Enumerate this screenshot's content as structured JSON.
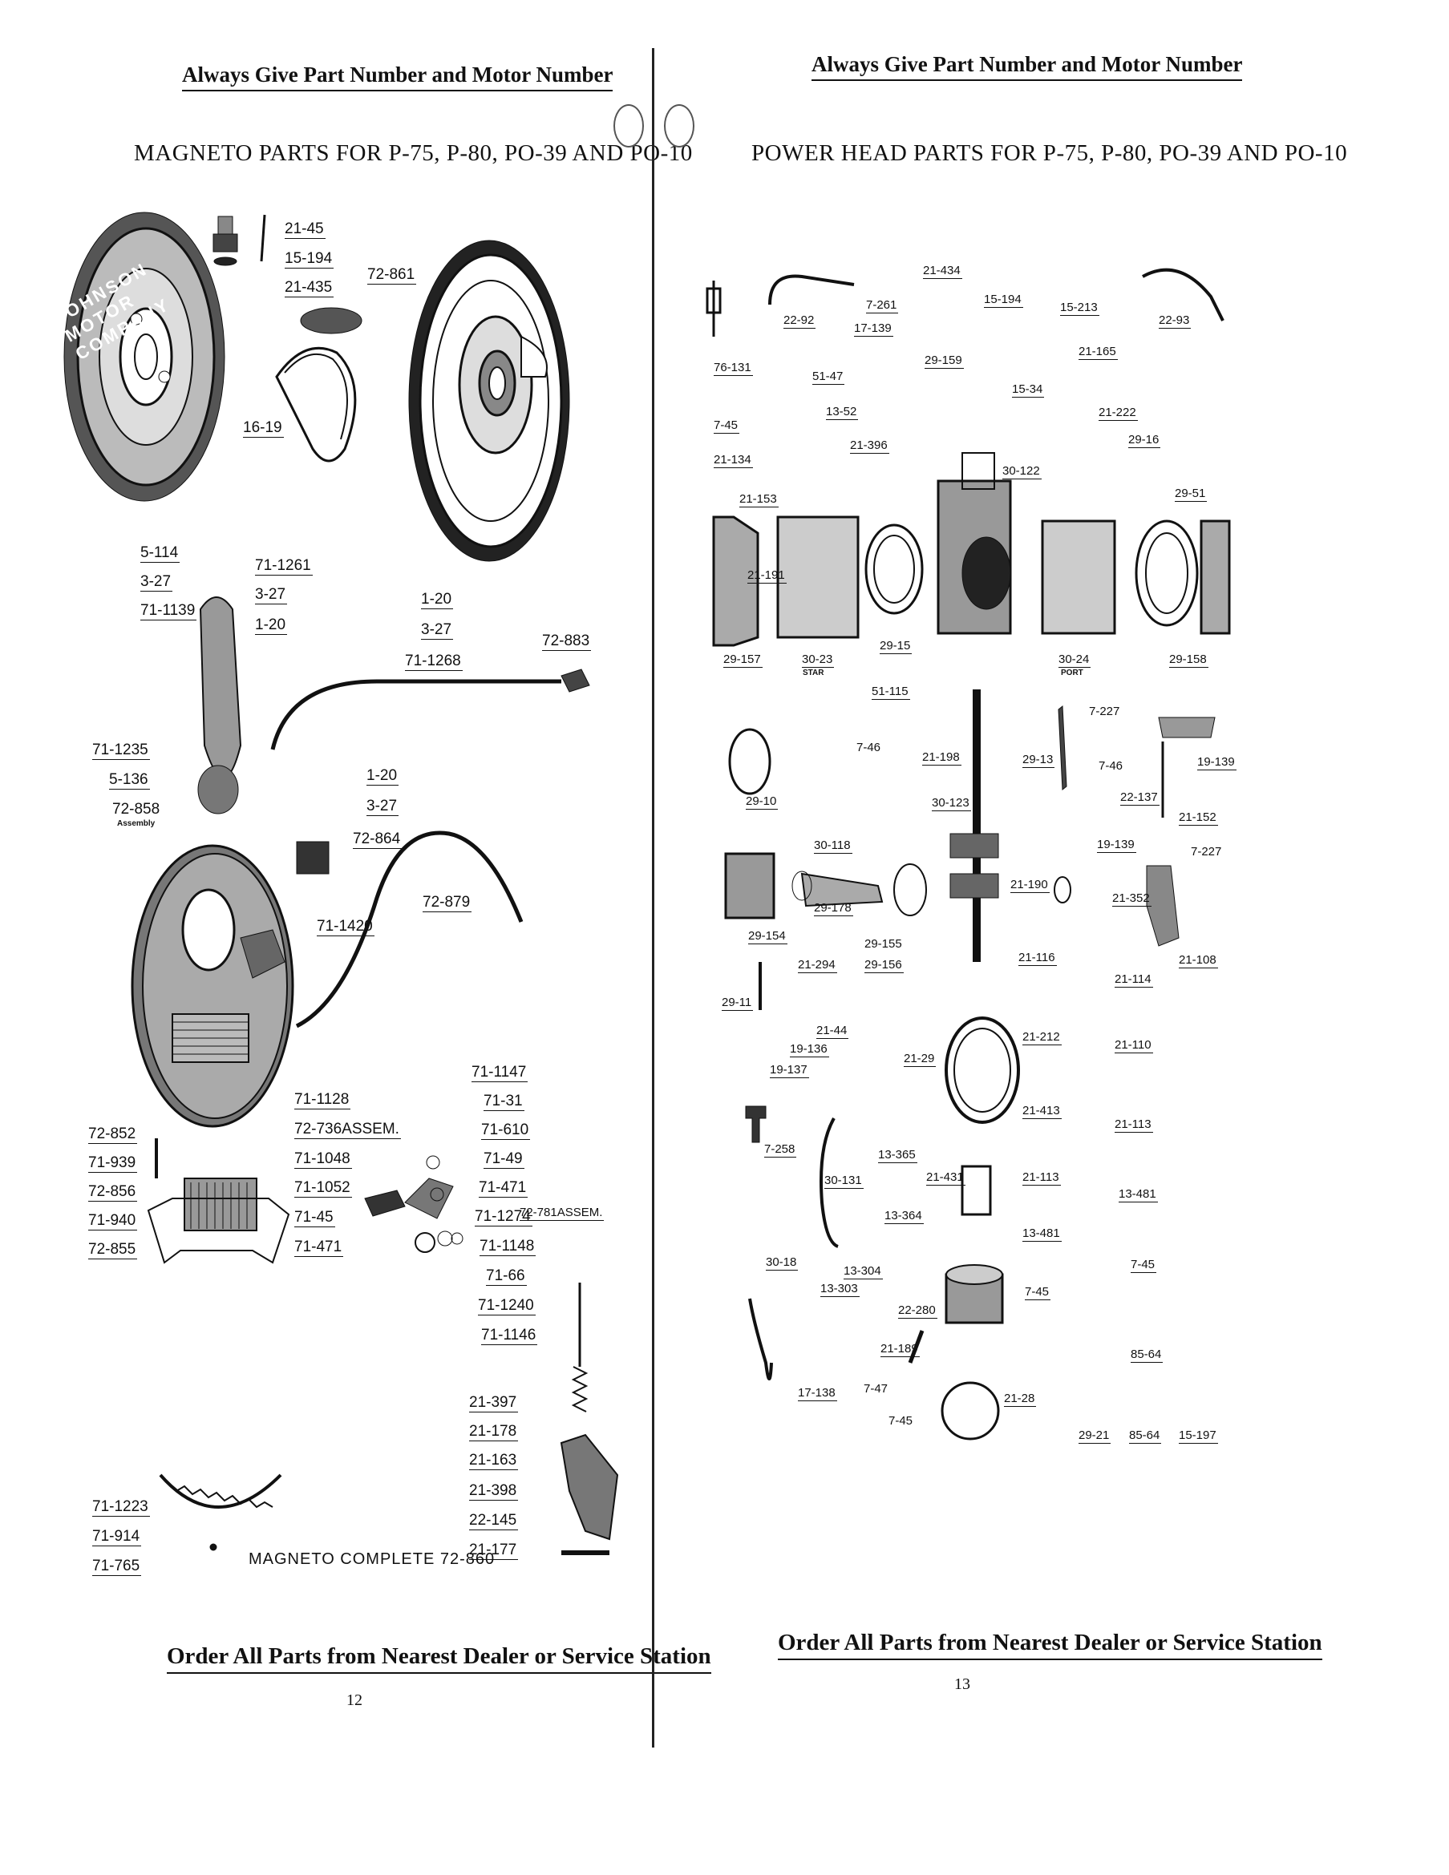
{
  "left": {
    "header": "Always Give Part Number and Motor Number",
    "title": "MAGNETO PARTS FOR P-75, P-80, PO-39 AND PO-10",
    "footer": "Order All Parts from Nearest Dealer or Service Station",
    "page_number": "12",
    "flywheel_brand": "JOHNSON MOTOR COMPANY",
    "magneto_complete": "MAGNETO COMPLETE 72-860",
    "assembly_note": "Assembly",
    "labels": {
      "l_21_45": "21-45",
      "l_15_194": "15-194",
      "l_21_435": "21-435",
      "l_72_861": "72-861",
      "l_16_19": "16-19",
      "l_5_114": "5-114",
      "l_3_27a": "3-27",
      "l_71_1139": "71-1139",
      "l_71_1261": "71-1261",
      "l_3_27b": "3-27",
      "l_1_20a": "1-20",
      "l_1_20b": "1-20",
      "l_3_27c": "3-27",
      "l_71_1268": "71-1268",
      "l_72_883": "72-883",
      "l_71_1235": "71-1235",
      "l_5_136": "5-136",
      "l_72_858": "72-858",
      "l_1_20c": "1-20",
      "l_3_27d": "3-27",
      "l_72_864": "72-864",
      "l_72_879": "72-879",
      "l_71_1420": "71-1420",
      "l_72_852": "72-852",
      "l_71_939": "71-939",
      "l_72_856": "72-856",
      "l_71_940": "71-940",
      "l_72_855": "72-855",
      "l_71_1128": "71-1128",
      "l_72_736": "72-736ASSEM.",
      "l_71_1048": "71-1048",
      "l_71_1052": "71-1052",
      "l_71_45": "71-45",
      "l_71_471a": "71-471",
      "l_71_1147": "71-1147",
      "l_71_31": "71-31",
      "l_71_610": "71-610",
      "l_71_49": "71-49",
      "l_71_471b": "71-471",
      "l_71_1274": "71-1274",
      "l_72_781": "72-781ASSEM.",
      "l_71_1148": "71-1148",
      "l_71_66": "71-66",
      "l_71_1240": "71-1240",
      "l_71_1146": "71-1146",
      "l_21_397": "21-397",
      "l_21_178": "21-178",
      "l_21_163": "21-163",
      "l_21_398": "21-398",
      "l_22_145": "22-145",
      "l_21_177": "21-177",
      "l_71_1223": "71-1223",
      "l_71_914": "71-914",
      "l_71_765": "71-765"
    }
  },
  "right": {
    "header": "Always Give Part Number and Motor Number",
    "title": "POWER HEAD PARTS FOR P-75, P-80, PO-39 AND PO-10",
    "footer": "Order All Parts from Nearest Dealer or Service Station",
    "page_number": "13",
    "star": "STAR",
    "port": "PORT",
    "labels": {
      "r_21_434": "21-434",
      "r_15_194": "15-194",
      "r_15_213": "15-213",
      "r_22_93": "22-93",
      "r_7_261": "7-261",
      "r_17_139": "17-139",
      "r_22_92": "22-92",
      "r_76_131": "76-131",
      "r_29_159": "29-159",
      "r_21_165": "21-165",
      "r_51_47": "51-47",
      "r_13_52": "13-52",
      "r_15_34": "15-34",
      "r_21_222": "21-222",
      "r_29_16": "29-16",
      "r_7_45a": "7-45",
      "r_21_396": "21-396",
      "r_21_134": "21-134",
      "r_30_122": "30-122",
      "r_21_153": "21-153",
      "r_29_51": "29-51",
      "r_21_191": "21-191",
      "r_29_157": "29-157",
      "r_30_23": "30-23",
      "r_29_15": "29-15",
      "r_30_24": "30-24",
      "r_29_158": "29-158",
      "r_51_115": "51-115",
      "r_7_227a": "7-227",
      "r_7_46a": "7-46",
      "r_21_198": "21-198",
      "r_29_13": "29-13",
      "r_7_46b": "7-46",
      "r_19_139a": "19-139",
      "r_22_137": "22-137",
      "r_21_152": "21-152",
      "r_29_10": "29-10",
      "r_30_123": "30-123",
      "r_19_139b": "19-139",
      "r_7_227b": "7-227",
      "r_30_118": "30-118",
      "r_29_178": "29-178",
      "r_21_190": "21-190",
      "r_21_352": "21-352",
      "r_29_154": "29-154",
      "r_29_155": "29-155",
      "r_29_156": "29-156",
      "r_21_294": "21-294",
      "r_21_116": "21-116",
      "r_21_108": "21-108",
      "r_29_11": "29-11",
      "r_21_114": "21-114",
      "r_21_44": "21-44",
      "r_19_136": "19-136",
      "r_19_137": "19-137",
      "r_21_212": "21-212",
      "r_21_29": "21-29",
      "r_21_110": "21-110",
      "r_21_413": "21-413",
      "r_21_113a": "21-113",
      "r_7_258": "7-258",
      "r_13_365": "13-365",
      "r_30_131": "30-131",
      "r_21_431": "21-431",
      "r_21_113b": "21-113",
      "r_13_481a": "13-481",
      "r_13_364": "13-364",
      "r_13_481b": "13-481",
      "r_30_18": "30-18",
      "r_13_304": "13-304",
      "r_13_303": "13-303",
      "r_7_45b": "7-45",
      "r_7_45c": "7-45",
      "r_22_280": "22-280",
      "r_21_189": "21-189",
      "r_85_64a": "85-64",
      "r_17_138": "17-138",
      "r_7_47": "7-47",
      "r_7_45d": "7-45",
      "r_21_28": "21-28",
      "r_29_21": "29-21",
      "r_85_64b": "85-64",
      "r_15_197": "15-197"
    }
  }
}
